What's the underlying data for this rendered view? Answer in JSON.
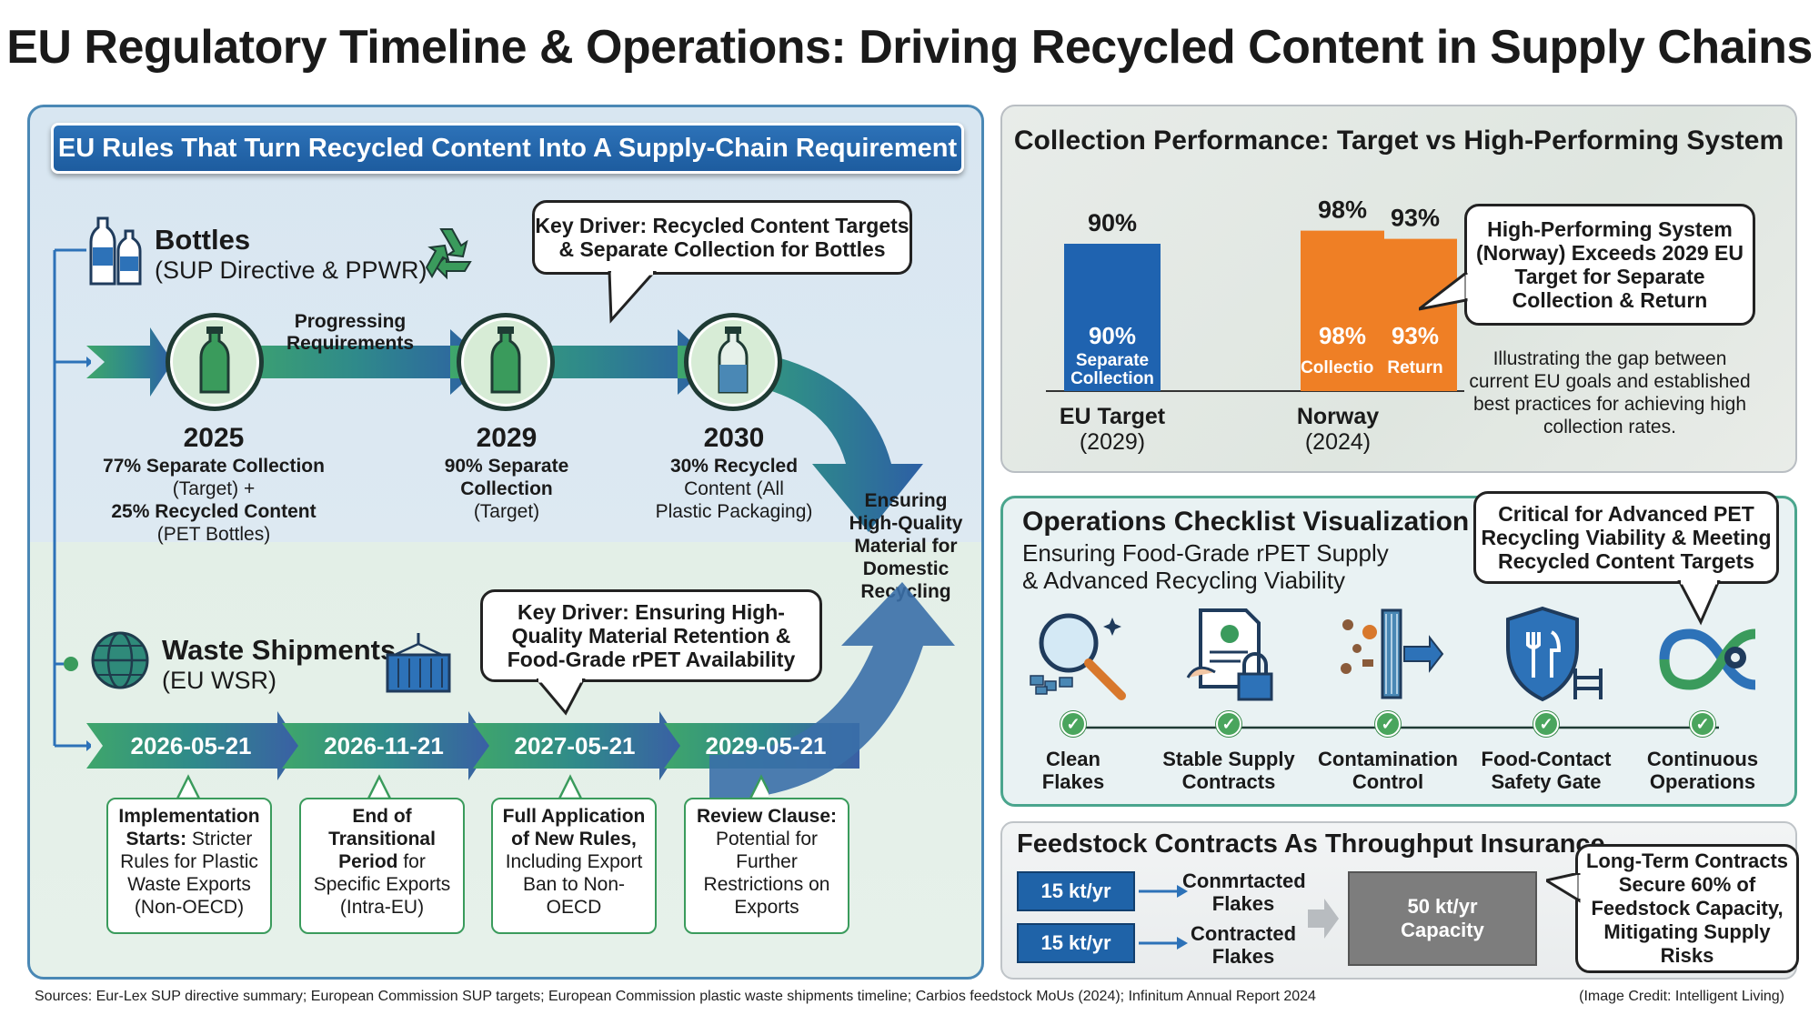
{
  "title": "EU Regulatory Timeline & Operations: Driving Recycled Content in Supply Chains",
  "left": {
    "header": "EU Rules That Turn Recycled Content Into A Supply-Chain Requirement",
    "bottles": {
      "title": "Bottles",
      "subtitle": "(SUP Directive & PPWR)",
      "callout": "Key Driver: Recycled Content Targets & Separate Collection for Bottles",
      "progress_label": "Progressing Requirements",
      "milestones": [
        {
          "year": "2025",
          "line1": "77% Separate Collection",
          "line2": "(Target) +",
          "line3": "25% Recycled Content",
          "line4": "(PET Bottles)"
        },
        {
          "year": "2029",
          "line1": "90% Separate",
          "line2": "Collection",
          "line3": "(Target)"
        },
        {
          "year": "2030",
          "line1": "30% Recycled",
          "line2": "Content (All",
          "line3": "Plastic Packaging)"
        }
      ],
      "ensuring": "Ensuring High-Quality Material for Domestic Recycling"
    },
    "waste": {
      "title": "Waste Shipments",
      "subtitle": "(EU WSR)",
      "callout": "Key Driver: Ensuring High-Quality Material Retention & Food-Grade rPET Availability",
      "dates": [
        "2026-05-21",
        "2026-11-21",
        "2027-05-21",
        "2029-05-21"
      ],
      "boxes": [
        {
          "bold": "Implementation Starts:",
          "text": "Stricter Rules for Plastic Waste Exports (Non-OECD)"
        },
        {
          "bold": "End of Transitional Period",
          "text": "for Specific Exports (Intra-EU)"
        },
        {
          "bold": "Full Application of New Rules,",
          "text": "Including Export Ban to Non-OECD"
        },
        {
          "bold": "Review Clause:",
          "text": "Potential for Further Restrictions on Exports"
        }
      ]
    }
  },
  "chart_data": {
    "type": "bar",
    "title": "Collection Performance: Target vs High-Performing System",
    "groups": [
      {
        "label": "EU Target",
        "sublabel": "(2029)",
        "bars": [
          {
            "label": "Separate Collection",
            "value": 90,
            "display": "90%"
          }
        ]
      },
      {
        "label": "Norway",
        "sublabel": "(2024)",
        "bars": [
          {
            "label": "Collection",
            "value": 98,
            "display": "98%"
          },
          {
            "label": "Return",
            "value": 93,
            "display": "93%"
          }
        ]
      }
    ],
    "colors": {
      "eu": "#1f63b0",
      "norway": "#ef7f25"
    },
    "callout": "High-Performing System (Norway) Exceeds 2029 EU Target for Separate Collection & Return",
    "note": "Illustrating the gap between current EU goals and established best practices for achieving high collection rates."
  },
  "ops": {
    "title": "Operations Checklist Visualization",
    "subtitle": "Ensuring Food-Grade rPET Supply & Advanced Recycling Viability",
    "callout": "Critical for Advanced PET Recycling Viability & Meeting Recycled Content Targets",
    "items": [
      {
        "label1": "Clean",
        "label2": "Flakes",
        "icon": "magnifier-flakes-icon"
      },
      {
        "label1": "Stable Supply",
        "label2": "Contracts",
        "icon": "contract-lock-icon"
      },
      {
        "label1": "Contamination",
        "label2": "Control",
        "icon": "filter-screen-icon"
      },
      {
        "label1": "Food-Contact",
        "label2": "Safety Gate",
        "icon": "shield-fork-icon"
      },
      {
        "label1": "Continuous",
        "label2": "Operations",
        "icon": "infinity-gear-icon"
      }
    ]
  },
  "feedstock": {
    "title": "Feedstock Contracts As Throughput Insurance",
    "rows": [
      {
        "amount": "15 kt/yr",
        "label1": "Conmrtacted",
        "label2": "Flakes"
      },
      {
        "amount": "15 kt/yr",
        "label1": "Contracted",
        "label2": "Flakes"
      }
    ],
    "capacity1": "50 kt/yr",
    "capacity2": "Capacity",
    "callout": "Long-Term Contracts Secure 60% of Feedstock Capacity, Mitigating Supply Risks"
  },
  "footer": {
    "sources": "Sources: Eur-Lex SUP directive summary; European Commission SUP targets; European Commission plastic waste shipments timeline; Carbios feedstock MoUs (2024); Infinitum Annual Report 2024",
    "credit": "(Image Credit: Intelligent Living)"
  }
}
